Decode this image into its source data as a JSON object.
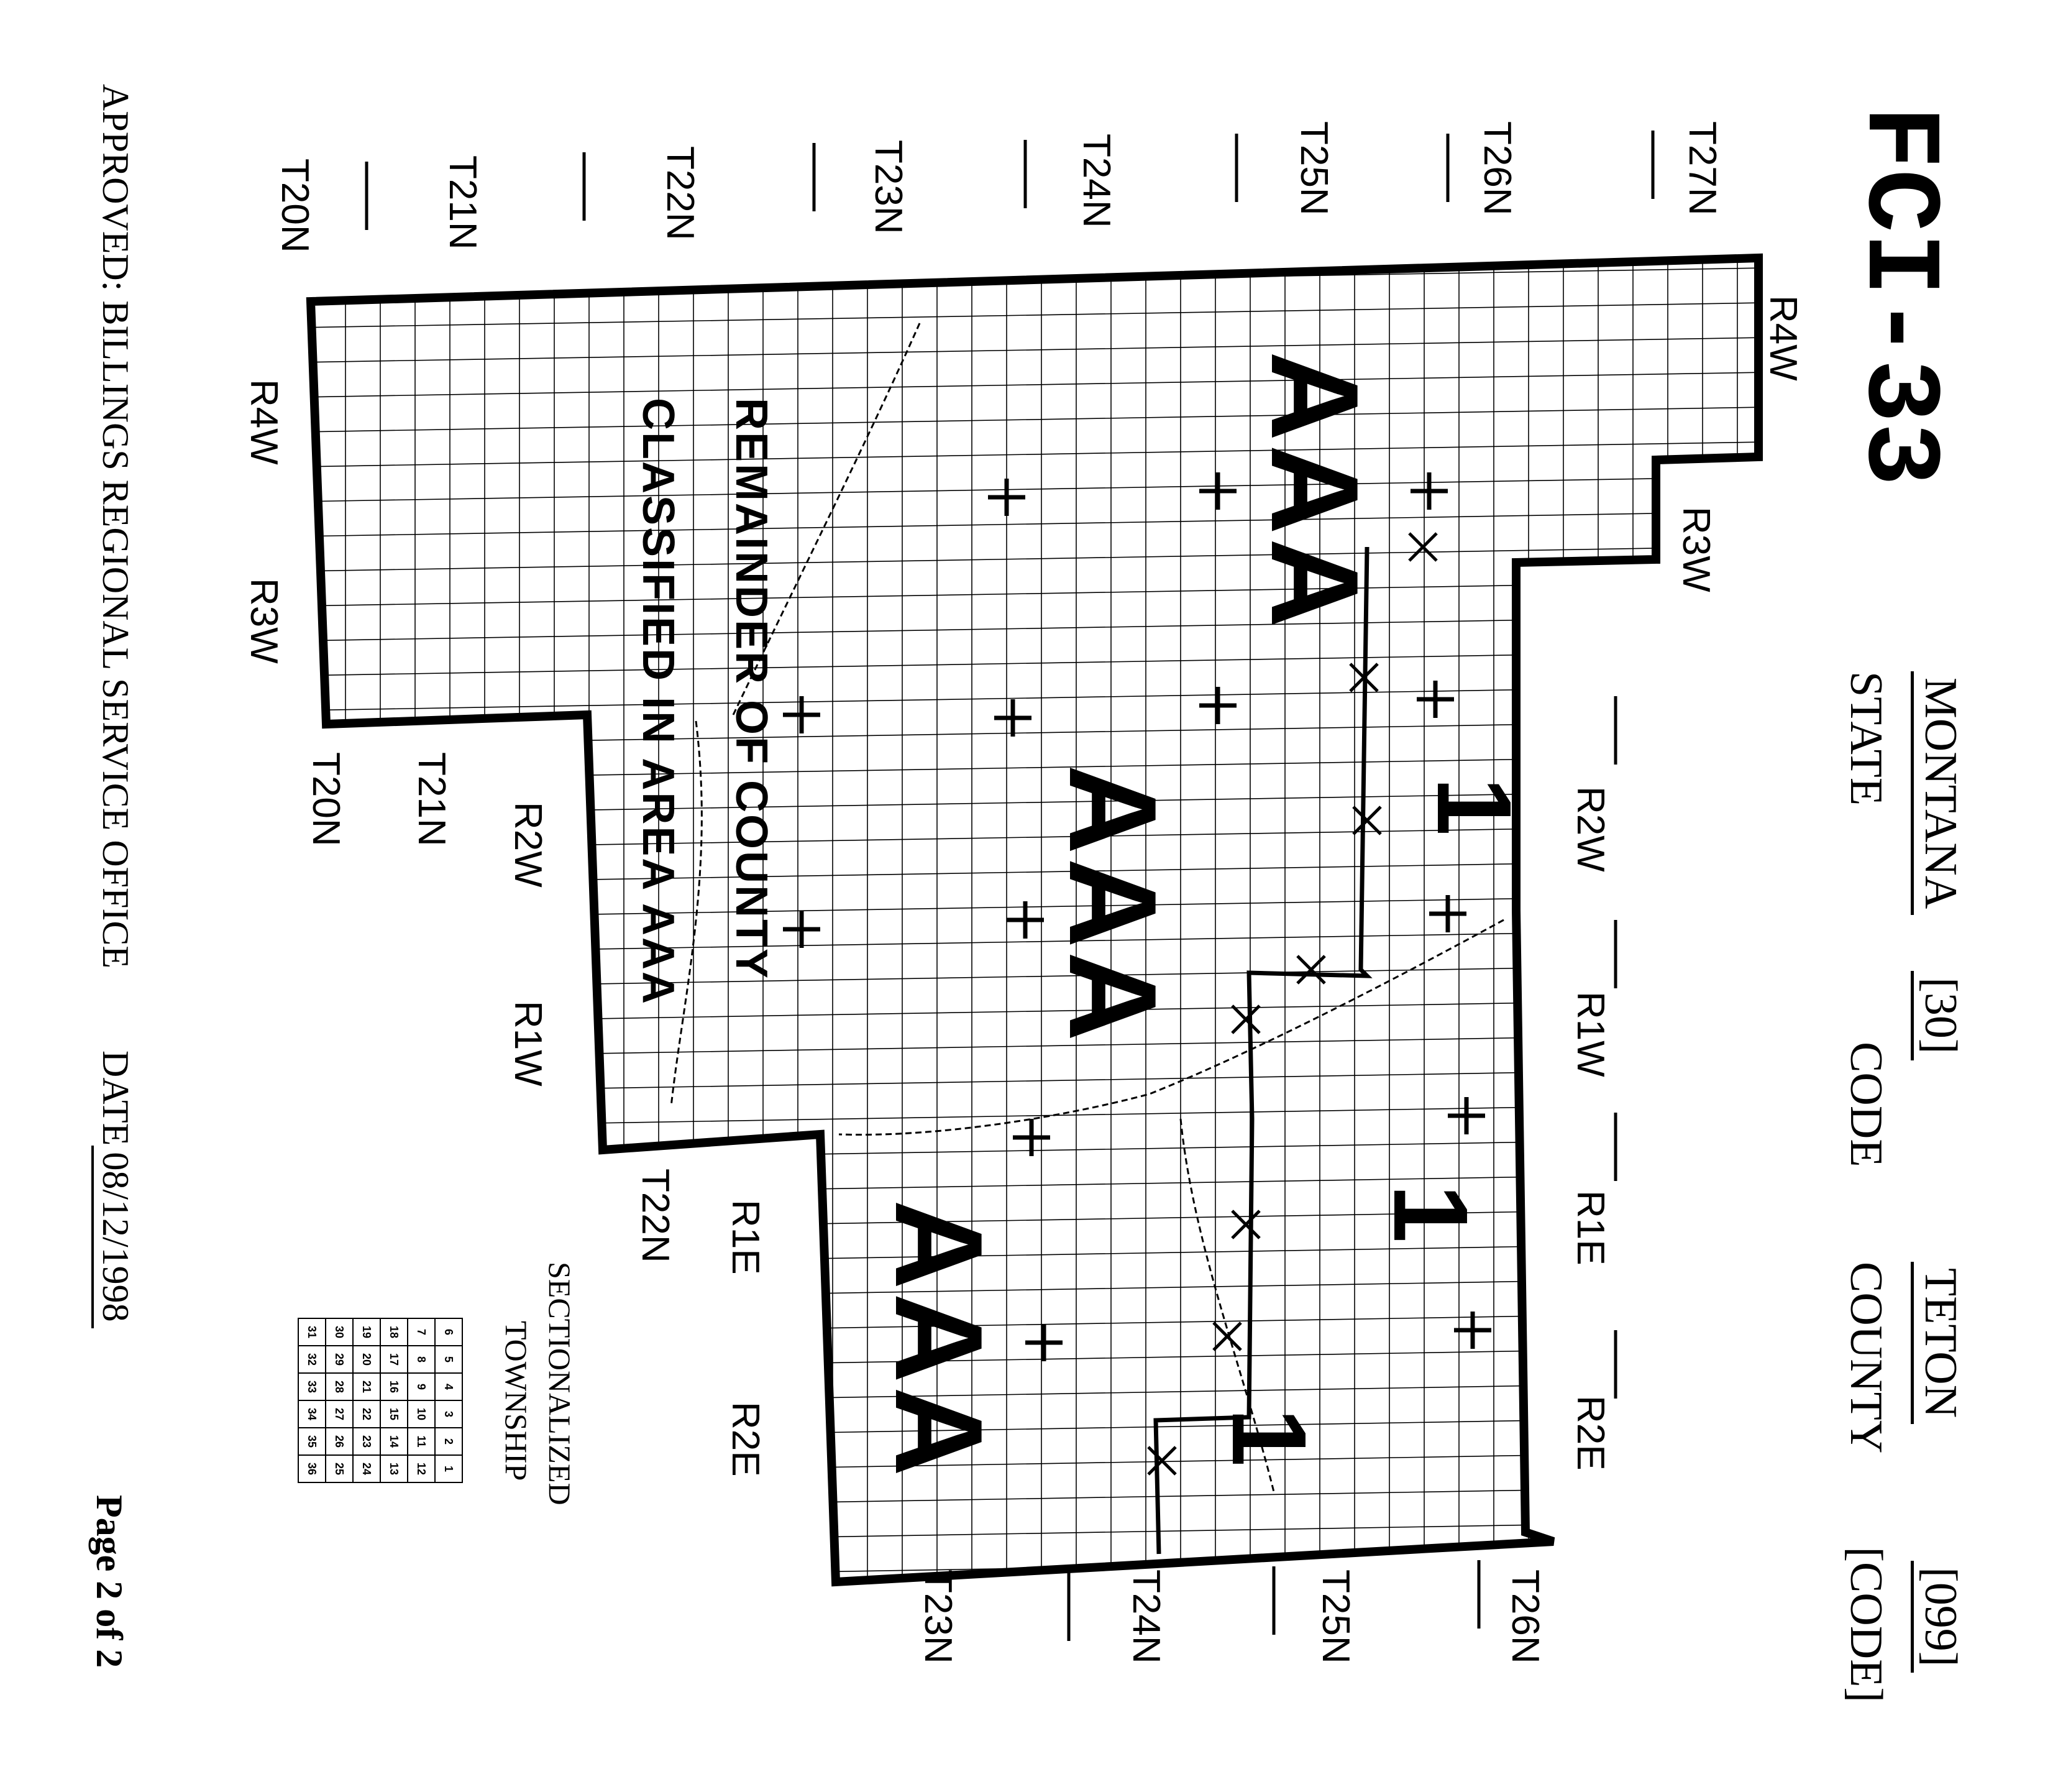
{
  "map_code": "FCI-33",
  "state": {
    "name": "MONTANA",
    "code": "[30]",
    "label_name": "STATE",
    "label_code": "CODE"
  },
  "county": {
    "name": "TETON",
    "code": "[099]",
    "label_name": "COUNTY",
    "label_code": "[CODE]"
  },
  "approved": "APPROVED: BILLINGS REGIONAL SERVICE OFFICE",
  "date_label": "DATE",
  "date_value": "08/12/1998",
  "page": "Page 2 of 2",
  "legend": {
    "title_line1": "SECTIONALIZED",
    "title_line2": "TOWNSHIP",
    "rows": [
      [
        "6",
        "5",
        "4",
        "3",
        "2",
        "1"
      ],
      [
        "7",
        "8",
        "9",
        "10",
        "11",
        "12"
      ],
      [
        "18",
        "17",
        "16",
        "15",
        "14",
        "13"
      ],
      [
        "19",
        "20",
        "21",
        "22",
        "23",
        "24"
      ],
      [
        "30",
        "29",
        "28",
        "27",
        "26",
        "25"
      ],
      [
        "31",
        "32",
        "33",
        "34",
        "35",
        "36"
      ]
    ]
  },
  "townships_top": [
    "T27N",
    "T26N",
    "T25N",
    "T24N",
    "T23N",
    "T22N",
    "T21N",
    "T20N"
  ],
  "townships_left_bottom": [
    "T20N",
    "T21N"
  ],
  "township_t22n_lower": "T22N",
  "townships_bottom": [
    "T26N",
    "T25N",
    "T24N",
    "T23N"
  ],
  "ranges_left": [
    "R4W",
    "R3W"
  ],
  "ranges_right": [
    "R4W",
    "R3W",
    "R2W",
    "R1W",
    "R1E",
    "R2E"
  ],
  "ranges_interior": [
    "R2W",
    "R1W",
    "R1E",
    "R2E"
  ],
  "areas": {
    "aaa": "AAA",
    "one": "1",
    "remainder_line1": "REMAINDER OF COUNTY",
    "remainder_line2": "CLASSIFIED IN AREA AAA"
  }
}
